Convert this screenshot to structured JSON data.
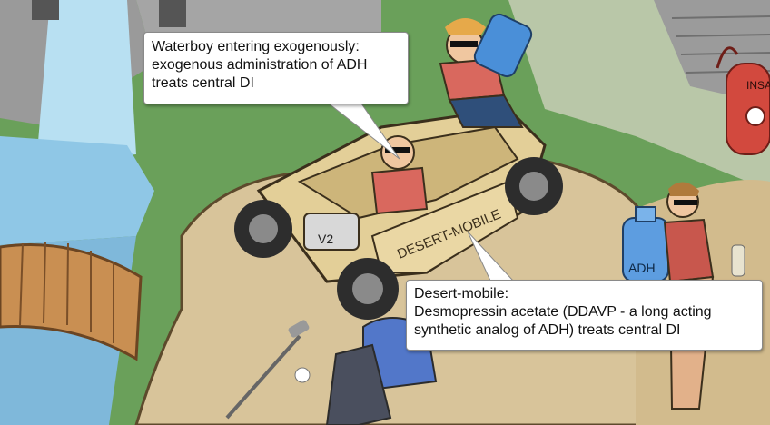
{
  "callouts": [
    {
      "lines": [
        "Waterboy entering exogenously:",
        "exogenous administration of ADH",
        "treats central DI"
      ]
    },
    {
      "lines": [
        "Desert-mobile:",
        "Desmopressin acetate (DDAVP - a long acting",
        "synthetic analog of ADH) treats central DI"
      ]
    }
  ],
  "scene": {
    "buggy_label": "DESERT-MOBILE",
    "engine_label": "V2",
    "jug_label": "ADH",
    "bottle_label": "INSA"
  },
  "colors": {
    "grass": "#6aa05a",
    "sand": "#d8c49a",
    "water": "#8fc7e6",
    "stone": "#8f8f8f",
    "buggy": "#e3cf98"
  }
}
